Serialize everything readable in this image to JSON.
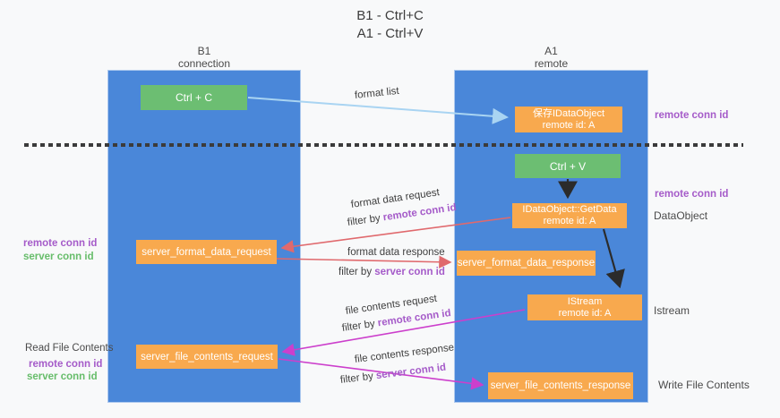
{
  "title": {
    "line1": "B1 - Ctrl+C",
    "line2": "A1 - Ctrl+V"
  },
  "columns": {
    "left": {
      "header_line1": "B1",
      "header_line2": "connection"
    },
    "right": {
      "header_line1": "A1",
      "header_line2": "remote"
    }
  },
  "boxes": {
    "ctrl_c": "Ctrl + C",
    "ctrl_v": "Ctrl + V",
    "save_dataobject": {
      "line1": "保存IDataObject",
      "line2": "remote id: A"
    },
    "getdata": {
      "line1": "IDataObject::GetData",
      "line2": "remote id: A"
    },
    "istream": {
      "line1": "IStream",
      "line2": "remote id: A"
    },
    "server_format_data_request": "server_format_data_request",
    "server_format_data_response": "server_format_data_response",
    "server_file_contents_request": "server_file_contents_request",
    "server_file_contents_response": "server_file_contents_response"
  },
  "arrow_labels": {
    "format_list": "format list",
    "format_data_request": "format data request",
    "filter_remote_1": {
      "prefix": "filter by ",
      "highlight": "remote conn id"
    },
    "format_data_response": "format data response",
    "filter_server_1": {
      "prefix": "filter by ",
      "highlight": "server conn id"
    },
    "file_contents_request": "file contents request",
    "filter_remote_2": {
      "prefix": "filter by ",
      "highlight": "remote conn id"
    },
    "file_contents_response": "file contents response",
    "filter_server_2": {
      "prefix": "filter by ",
      "highlight": "server conn id"
    }
  },
  "side_labels": {
    "right_remote_conn_id_top": "remote conn id",
    "right_remote_conn_id_mid": "remote conn id",
    "dataobject": "DataObject",
    "istream": "Istream",
    "write_file_contents": "Write File Contents",
    "left_remote_conn_id_1": "remote conn id",
    "left_server_conn_id_1": "server conn id",
    "read_file_contents": "Read File Contents",
    "left_remote_conn_id_2": "remote conn id",
    "left_server_conn_id_2": "server conn id"
  },
  "colors": {
    "column_blue": "#4a87d9",
    "box_orange": "#f8a94e",
    "box_green": "#6cbe72",
    "arrow_red": "#e0696d",
    "arrow_magenta": "#cc3fcc",
    "arrow_light_blue": "#a9d4f2",
    "arrow_black": "#2b2b2b",
    "text_purple": "#a55bc9",
    "text_green": "#67bd6b",
    "text_dark": "#3f3f3f"
  }
}
